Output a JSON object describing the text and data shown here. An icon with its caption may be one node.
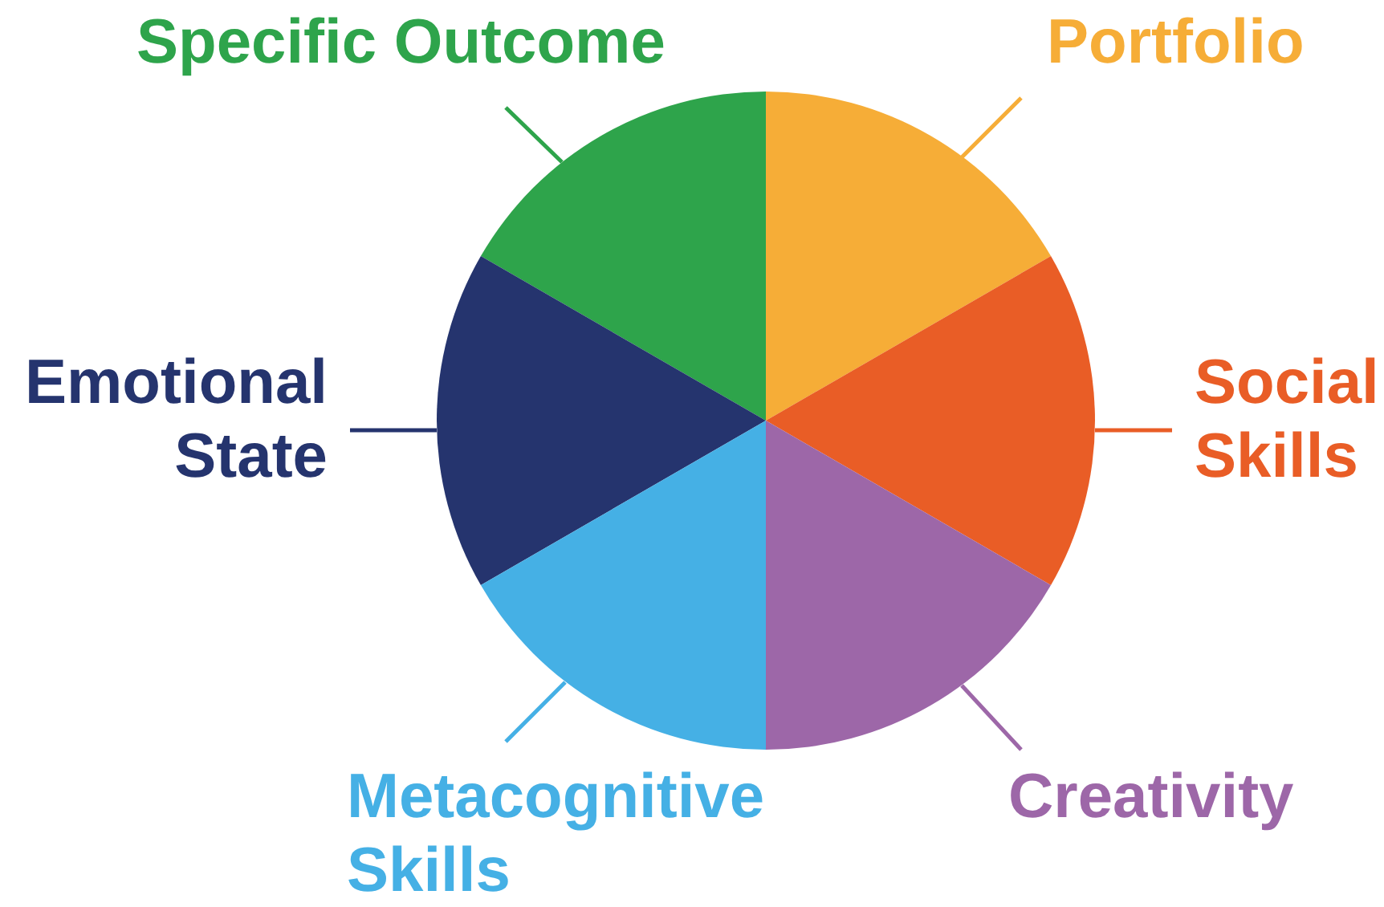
{
  "diagram": {
    "nodes": [
      {
        "text": [
          "Specific Outcome"
        ]
      },
      {
        "text": [
          "Portfolio"
        ]
      },
      {
        "text": [
          "Emotional State"
        ]
      },
      {
        "text": [
          "Social Skills"
        ]
      },
      {
        "text": [
          "Metacognitive Skills"
        ]
      },
      {
        "text": [
          "Creativity"
        ]
      },
      {
        "text": [],
        "shape": "wedge"
      },
      {
        "text": [],
        "shape": "wedge"
      },
      {
        "text": [],
        "shape": "wedge"
      },
      {
        "text": [],
        "shape": "wedge"
      },
      {
        "text": [],
        "shape": "wedge"
      },
      {
        "text": [],
        "shape": "wedge"
      }
    ],
    "edges": [
      {
        "from": 0,
        "to": 6,
        "arrow": "none",
        "color": "#2ea44b"
      },
      {
        "from": 1,
        "to": 7,
        "arrow": "none",
        "color": "#f6ad37"
      },
      {
        "from": 2,
        "to": 8,
        "arrow": "none",
        "color": "#25346e"
      },
      {
        "from": 3,
        "to": 9,
        "arrow": "none",
        "color": "#e95d26"
      },
      {
        "from": 4,
        "to": 10,
        "arrow": "none",
        "color": "#45b0e5"
      },
      {
        "from": 5,
        "to": 11,
        "arrow": "none",
        "color": "#9d67a8"
      }
    ]
  }
}
